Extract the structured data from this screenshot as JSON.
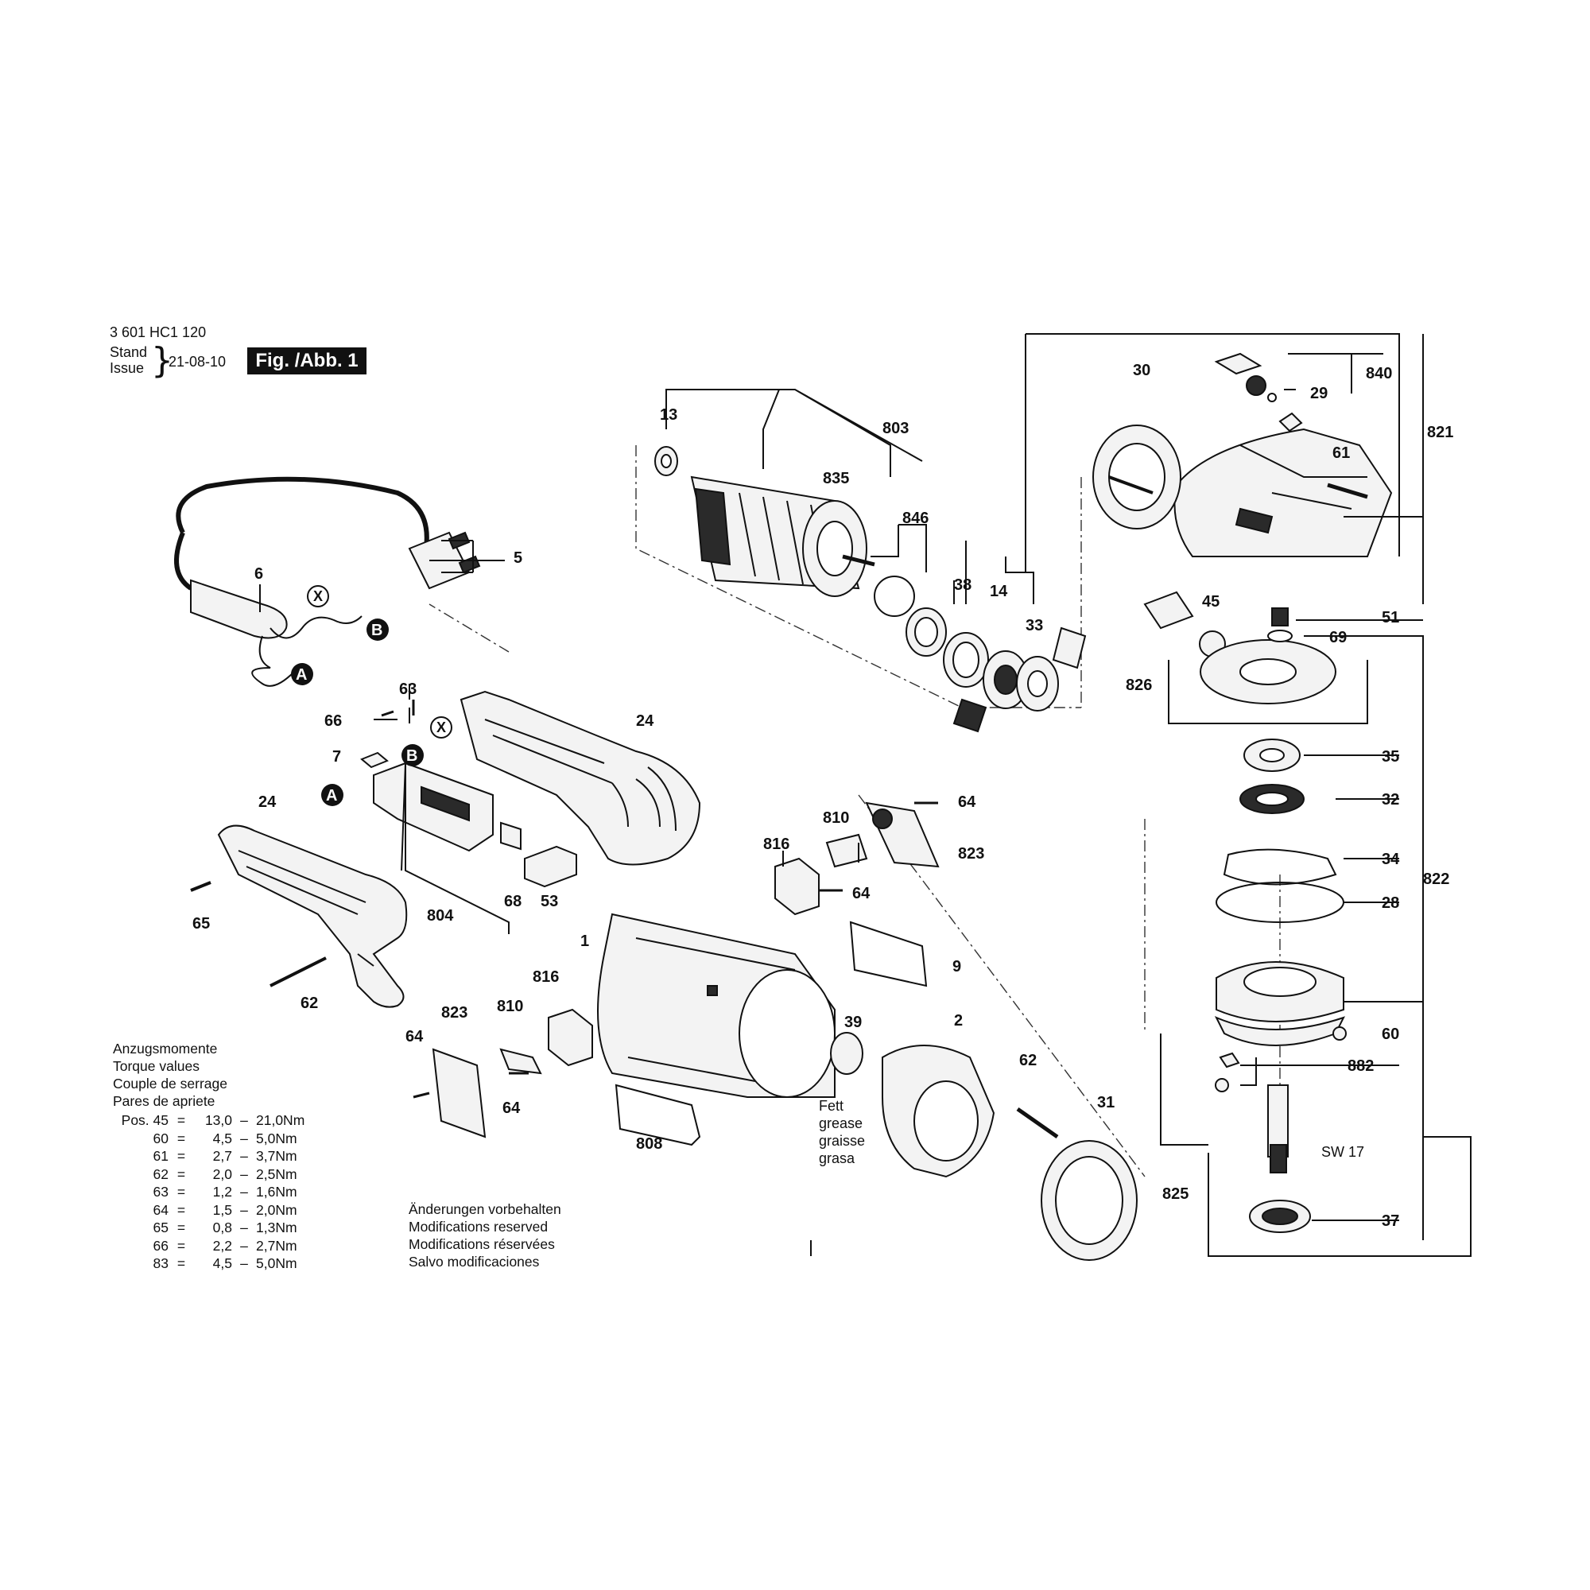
{
  "header": {
    "doc_number": "3 601 HC1 120",
    "stand_label": "Stand",
    "issue_label": "Issue",
    "date": "21-08-10",
    "figure_badge": "Fig. /Abb. 1"
  },
  "torque": {
    "title_lines": [
      "Anzugsmomente",
      "Torque values",
      "Couple de serrage",
      "Pares de apriete"
    ],
    "rows": [
      {
        "pos": "Pos. 45",
        "eq": "=",
        "min": "13,0",
        "dash": "–",
        "max": "21,0Nm"
      },
      {
        "pos": "60",
        "eq": "=",
        "min": "4,5",
        "dash": "–",
        "max": "5,0Nm"
      },
      {
        "pos": "61",
        "eq": "=",
        "min": "2,7",
        "dash": "–",
        "max": "3,7Nm"
      },
      {
        "pos": "62",
        "eq": "=",
        "min": "2,0",
        "dash": "–",
        "max": "2,5Nm"
      },
      {
        "pos": "63",
        "eq": "=",
        "min": "1,2",
        "dash": "–",
        "max": "1,6Nm"
      },
      {
        "pos": "64",
        "eq": "=",
        "min": "1,5",
        "dash": "–",
        "max": "2,0Nm"
      },
      {
        "pos": "65",
        "eq": "=",
        "min": "0,8",
        "dash": "–",
        "max": "1,3Nm"
      },
      {
        "pos": "66",
        "eq": "=",
        "min": "2,2",
        "dash": "–",
        "max": "2,7Nm"
      },
      {
        "pos": "83",
        "eq": "=",
        "min": "4,5",
        "dash": "–",
        "max": "5,0Nm"
      }
    ]
  },
  "modifications": [
    "Änderungen vorbehalten",
    "Modifications reserved",
    "Modifications réservées",
    "Salvo modificaciones"
  ],
  "grease_note": [
    "Fett",
    "grease",
    "graisse",
    "grasa"
  ],
  "wrench_size": "SW 17",
  "markers": {
    "a": "A",
    "b": "B",
    "x": "X"
  },
  "parts": {
    "p5": "5",
    "p6": "6",
    "p13": "13",
    "p803": "803",
    "p835": "835",
    "p846": "846",
    "p38": "38",
    "p14": "14",
    "p33": "33",
    "p30": "30",
    "p840": "840",
    "p29": "29",
    "p821": "821",
    "p61": "61",
    "p45": "45",
    "p51": "51",
    "p69": "69",
    "p826": "826",
    "p35": "35",
    "p32": "32",
    "p34": "34",
    "p822": "822",
    "p28": "28",
    "p60": "60",
    "p882": "882",
    "p825": "825",
    "p37": "37",
    "p63": "63",
    "p66": "66",
    "p7": "7",
    "p24a": "24",
    "p24b": "24",
    "p804": "804",
    "p68": "68",
    "p53": "53",
    "p65": "65",
    "p62a": "62",
    "p64a": "64",
    "p810a": "810",
    "p823a": "823",
    "p816a": "816",
    "p64b": "64",
    "p1": "1",
    "p9": "9",
    "p816b": "816",
    "p823b": "823",
    "p810b": "810",
    "p64c": "64",
    "p64d": "64",
    "p808": "808",
    "p39": "39",
    "p2": "2",
    "p62b": "62",
    "p31": "31"
  }
}
